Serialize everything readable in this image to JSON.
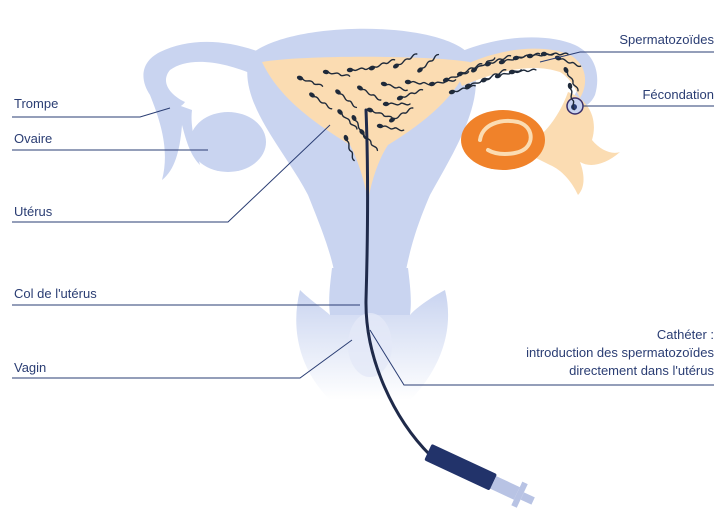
{
  "labels": {
    "trompe": "Trompe",
    "ovaire": "Ovaire",
    "uterus": "Utérus",
    "col": "Col de l'utérus",
    "vagin": "Vagin",
    "spermatozoides": "Spermatozoïdes",
    "fecondation": "Fécondation",
    "catheter_line1": "Cathéter :",
    "catheter_line2": "introduction des spermatozoïdes",
    "catheter_line3": "directement dans l'utérus"
  },
  "colors": {
    "organ_blue": "#c9d4f0",
    "organ_blue_light": "#e3e9f8",
    "uterus_fill": "#fbdcb2",
    "ovary_orange": "#f0822a",
    "sperm_dark": "#1f2a3a",
    "leader_line": "#2a3d73",
    "label_text": "#2a3d73",
    "syringe_navy": "#22336a",
    "syringe_light": "#b8c3e4"
  }
}
